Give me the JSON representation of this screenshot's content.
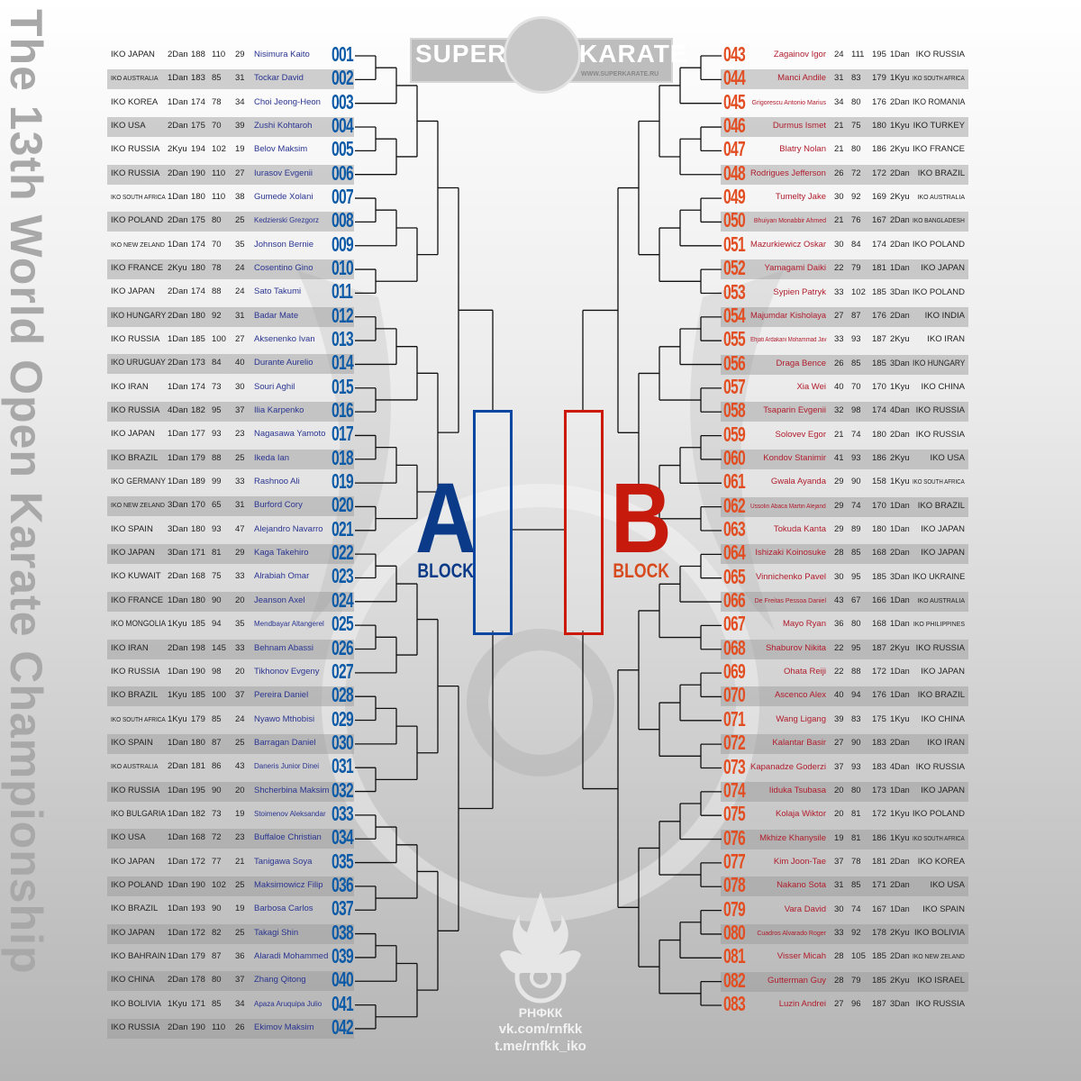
{
  "title": "The 13th World Open Karate Championship",
  "logo": {
    "left": "SUPER",
    "right": "KARATE",
    "url": "WWW.SUPERKARATE.RU"
  },
  "blocks": {
    "a_letter": "A",
    "a_word": "BLOCK",
    "b_letter": "B",
    "b_word": "BLOCK"
  },
  "footer": {
    "org": "РНФКК",
    "vk": "vk.com/rnfkk",
    "tg": "t.me/rnfkk_iko"
  },
  "colors": {
    "blue": "#0d5aa6",
    "red": "#e24e22"
  },
  "block_a": [
    [
      "001",
      "IKO JAPAN",
      "2Dan",
      "188",
      "110",
      "29",
      "Nisimura Kaito"
    ],
    [
      "002",
      "IKO AUSTRALIA",
      "1Dan",
      "183",
      "85",
      "31",
      "Tockar David"
    ],
    [
      "003",
      "IKO KOREA",
      "1Dan",
      "174",
      "78",
      "34",
      "Choi Jeong-Heon"
    ],
    [
      "004",
      "IKO USA",
      "2Dan",
      "175",
      "70",
      "39",
      "Zushi Kohtaroh"
    ],
    [
      "005",
      "IKO RUSSIA",
      "2Kyu",
      "194",
      "102",
      "19",
      "Belov Maksim"
    ],
    [
      "006",
      "IKO RUSSIA",
      "2Dan",
      "190",
      "110",
      "27",
      "Iurasov Evgenii"
    ],
    [
      "007",
      "IKO SOUTH AFRICA",
      "1Dan",
      "180",
      "110",
      "38",
      "Gumede Xolani"
    ],
    [
      "008",
      "IKO POLAND",
      "2Dan",
      "175",
      "80",
      "25",
      "Kedzierski Grezgorz"
    ],
    [
      "009",
      "IKO NEW ZELAND",
      "1Dan",
      "174",
      "70",
      "35",
      "Johnson Bernie"
    ],
    [
      "010",
      "IKO FRANCE",
      "2Kyu",
      "180",
      "78",
      "24",
      "Cosentino Gino"
    ],
    [
      "011",
      "IKO JAPAN",
      "2Dan",
      "174",
      "88",
      "24",
      "Sato Takumi"
    ],
    [
      "012",
      "IKO HUNGARY",
      "2Dan",
      "180",
      "92",
      "31",
      "Badar Mate"
    ],
    [
      "013",
      "IKO RUSSIA",
      "1Dan",
      "185",
      "100",
      "27",
      "Aksenenko Ivan"
    ],
    [
      "014",
      "IKO URUGUAY",
      "2Dan",
      "173",
      "84",
      "40",
      "Durante Aurelio"
    ],
    [
      "015",
      "IKO IRAN",
      "1Dan",
      "174",
      "73",
      "30",
      "Souri Aghil"
    ],
    [
      "016",
      "IKO RUSSIA",
      "4Dan",
      "182",
      "95",
      "37",
      "Ilia Karpenko"
    ],
    [
      "017",
      "IKO JAPAN",
      "1Dan",
      "177",
      "93",
      "23",
      "Nagasawa Yamoto"
    ],
    [
      "018",
      "IKO BRAZIL",
      "1Dan",
      "179",
      "88",
      "25",
      "Ikeda Ian"
    ],
    [
      "019",
      "IKO GERMANY",
      "1Dan",
      "189",
      "99",
      "33",
      "Rashnoo Ali"
    ],
    [
      "020",
      "IKO NEW ZELAND",
      "3Dan",
      "170",
      "65",
      "31",
      "Burford Cory"
    ],
    [
      "021",
      "IKO SPAIN",
      "3Dan",
      "180",
      "93",
      "47",
      "Alejandro Navarro"
    ],
    [
      "022",
      "IKO JAPAN",
      "3Dan",
      "171",
      "81",
      "29",
      "Kaga Takehiro"
    ],
    [
      "023",
      "IKO KUWAIT",
      "2Dan",
      "168",
      "75",
      "33",
      "Alrabiah Omar"
    ],
    [
      "024",
      "IKO FRANCE",
      "1Dan",
      "180",
      "90",
      "20",
      "Jeanson Axel"
    ],
    [
      "025",
      "IKO MONGOLIA",
      "1Kyu",
      "185",
      "94",
      "35",
      "Mendbayar Altangerel"
    ],
    [
      "026",
      "IKO IRAN",
      "2Dan",
      "198",
      "145",
      "33",
      "Behnam Abassi"
    ],
    [
      "027",
      "IKO RUSSIA",
      "1Dan",
      "190",
      "98",
      "20",
      "Tikhonov Evgeny"
    ],
    [
      "028",
      "IKO BRAZIL",
      "1Kyu",
      "185",
      "100",
      "37",
      "Pereira Daniel"
    ],
    [
      "029",
      "IKO SOUTH AFRICA",
      "1Kyu",
      "179",
      "85",
      "24",
      "Nyawo Mthobisi"
    ],
    [
      "030",
      "IKO SPAIN",
      "1Dan",
      "180",
      "87",
      "25",
      "Barragan Daniel"
    ],
    [
      "031",
      "IKO AUSTRALIA",
      "2Dan",
      "181",
      "86",
      "43",
      "Daneris Junior Dinei"
    ],
    [
      "032",
      "IKO RUSSIA",
      "1Dan",
      "195",
      "90",
      "20",
      "Shcherbina Maksim"
    ],
    [
      "033",
      "IKO BULGARIA",
      "1Dan",
      "182",
      "73",
      "19",
      "Stoimenov Aleksandar"
    ],
    [
      "034",
      "IKO USA",
      "1Dan",
      "168",
      "72",
      "23",
      "Buffaloe Christian"
    ],
    [
      "035",
      "IKO JAPAN",
      "1Dan",
      "172",
      "77",
      "21",
      "Tanigawa Soya"
    ],
    [
      "036",
      "IKO POLAND",
      "1Dan",
      "190",
      "102",
      "25",
      "Maksimowicz Filip"
    ],
    [
      "037",
      "IKO BRAZIL",
      "1Dan",
      "193",
      "90",
      "19",
      "Barbosa Carlos"
    ],
    [
      "038",
      "IKO JAPAN",
      "1Dan",
      "172",
      "82",
      "25",
      "Takagi Shin"
    ],
    [
      "039",
      "IKO BAHRAIN",
      "1Dan",
      "179",
      "87",
      "36",
      "Alaradi Mohammed"
    ],
    [
      "040",
      "IKO CHINA",
      "2Dan",
      "178",
      "80",
      "37",
      "Zhang Qitong"
    ],
    [
      "041",
      "IKO BOLIVIA",
      "1Kyu",
      "171",
      "85",
      "34",
      "Apaza Aruquipa Julio"
    ],
    [
      "042",
      "IKO RUSSIA",
      "2Dan",
      "190",
      "110",
      "26",
      "Ekimov Maksim"
    ]
  ],
  "block_b": [
    [
      "043",
      "Zagainov Igor",
      "24",
      "111",
      "195",
      "1Dan",
      "IKO RUSSIA"
    ],
    [
      "044",
      "Manci Andile",
      "31",
      "83",
      "179",
      "1Kyu",
      "IKO SOUTH AFRICA"
    ],
    [
      "045",
      "Grigorescu Antonio Marius",
      "34",
      "80",
      "176",
      "2Dan",
      "IKO ROMANIA"
    ],
    [
      "046",
      "Durmus Ismet",
      "21",
      "75",
      "180",
      "1Kyu",
      "IKO TURKEY"
    ],
    [
      "047",
      "Blatry Nolan",
      "21",
      "80",
      "186",
      "2Kyu",
      "IKO FRANCE"
    ],
    [
      "048",
      "Rodrigues Jefferson",
      "26",
      "72",
      "172",
      "2Dan",
      "IKO BRAZIL"
    ],
    [
      "049",
      "Tumelty Jake",
      "30",
      "92",
      "169",
      "2Kyu",
      "IKO AUSTRALIA"
    ],
    [
      "050",
      "Bhuiyan Monabbir Ahmed",
      "21",
      "76",
      "167",
      "2Dan",
      "IKO BANGLADESH"
    ],
    [
      "051",
      "Mazurkiewicz Oskar",
      "30",
      "84",
      "174",
      "2Dan",
      "IKO POLAND"
    ],
    [
      "052",
      "Yamagami Daiki",
      "22",
      "79",
      "181",
      "1Dan",
      "IKO JAPAN"
    ],
    [
      "053",
      "Sypien Patryk",
      "33",
      "102",
      "185",
      "3Dan",
      "IKO POLAND"
    ],
    [
      "054",
      "Majumdar Kisholaya",
      "27",
      "87",
      "176",
      "2Dan",
      "IKO INDIA"
    ],
    [
      "055",
      "Ehjati Ardakani Mohammad Jav",
      "33",
      "93",
      "187",
      "2Kyu",
      "IKO IRAN"
    ],
    [
      "056",
      "Draga Bence",
      "26",
      "85",
      "185",
      "3Dan",
      "IKO HUNGARY"
    ],
    [
      "057",
      "Xia Wei",
      "40",
      "70",
      "170",
      "1Kyu",
      "IKO CHINA"
    ],
    [
      "058",
      "Tsaparin Evgenii",
      "32",
      "98",
      "174",
      "4Dan",
      "IKO RUSSIA"
    ],
    [
      "059",
      "Solovev Egor",
      "21",
      "74",
      "180",
      "2Dan",
      "IKO RUSSIA"
    ],
    [
      "060",
      "Kondov Stanimir",
      "41",
      "93",
      "186",
      "2Kyu",
      "IKO USA"
    ],
    [
      "061",
      "Gwala Ayanda",
      "29",
      "90",
      "158",
      "1Kyu",
      "IKO SOUTH AFRICA"
    ],
    [
      "062",
      "Ussolin Abaca Martin Alejand",
      "29",
      "74",
      "170",
      "1Dan",
      "IKO BRAZIL"
    ],
    [
      "063",
      "Tokuda Kanta",
      "29",
      "89",
      "180",
      "1Dan",
      "IKO JAPAN"
    ],
    [
      "064",
      "Ishizaki Koinosuke",
      "28",
      "85",
      "168",
      "2Dan",
      "IKO JAPAN"
    ],
    [
      "065",
      "Vinnichenko Pavel",
      "30",
      "95",
      "185",
      "3Dan",
      "IKO UKRAINE"
    ],
    [
      "066",
      "De Freitas Pessoa Daniel",
      "43",
      "67",
      "166",
      "1Dan",
      "IKO AUSTRALIA"
    ],
    [
      "067",
      "Mayo Ryan",
      "36",
      "80",
      "168",
      "1Dan",
      "IKO PHILIPPINES"
    ],
    [
      "068",
      "Shaburov Nikita",
      "22",
      "95",
      "187",
      "2Kyu",
      "IKO RUSSIA"
    ],
    [
      "069",
      "Ohata Reiji",
      "22",
      "88",
      "172",
      "1Dan",
      "IKO JAPAN"
    ],
    [
      "070",
      "Ascenco Alex",
      "40",
      "94",
      "176",
      "1Dan",
      "IKO BRAZIL"
    ],
    [
      "071",
      "Wang Ligang",
      "39",
      "83",
      "175",
      "1Kyu",
      "IKO CHINA"
    ],
    [
      "072",
      "Kalantar Basir",
      "27",
      "90",
      "183",
      "2Dan",
      "IKO IRAN"
    ],
    [
      "073",
      "Kapanadze Goderzi",
      "37",
      "93",
      "183",
      "4Dan",
      "IKO RUSSIA"
    ],
    [
      "074",
      "Iiduka Tsubasa",
      "20",
      "80",
      "173",
      "1Dan",
      "IKO JAPAN"
    ],
    [
      "075",
      "Kolaja Wiktor",
      "20",
      "81",
      "172",
      "1Kyu",
      "IKO POLAND"
    ],
    [
      "076",
      "Mkhize Khanysile",
      "19",
      "81",
      "186",
      "1Kyu",
      "IKO SOUTH AFRICA"
    ],
    [
      "077",
      "Kim Joon-Tae",
      "37",
      "78",
      "181",
      "2Dan",
      "IKO KOREA"
    ],
    [
      "078",
      "Nakano Sota",
      "31",
      "85",
      "171",
      "2Dan",
      "IKO USA"
    ],
    [
      "079",
      "Vara David",
      "30",
      "74",
      "167",
      "1Dan",
      "IKO SPAIN"
    ],
    [
      "080",
      "Cuadros Alvarado Roger",
      "33",
      "92",
      "178",
      "2Kyu",
      "IKO BOLIVIA"
    ],
    [
      "081",
      "Visser Micah",
      "28",
      "105",
      "185",
      "2Dan",
      "IKO NEW ZELAND"
    ],
    [
      "082",
      "Gutterman Guy",
      "28",
      "79",
      "185",
      "2Kyu",
      "IKO ISRAEL"
    ],
    [
      "083",
      "Luzin Andrei",
      "27",
      "96",
      "187",
      "3Dan",
      "IKO RUSSIA"
    ]
  ]
}
